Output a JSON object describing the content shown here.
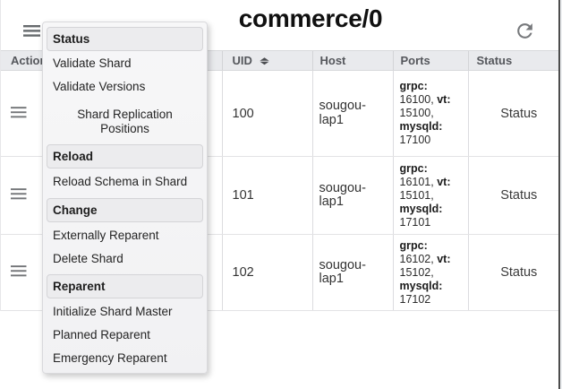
{
  "page": {
    "title": "commerce/0"
  },
  "toolbar": {
    "menu_button_icon": "hamburger-menu",
    "refresh_button_icon": "refresh"
  },
  "dropdown_menu": {
    "sections": [
      {
        "header": "Status",
        "items": [
          {
            "label": "Validate Shard"
          },
          {
            "label": "Validate Versions"
          },
          {
            "label": "Shard Replication Positions",
            "align": "center"
          }
        ]
      },
      {
        "header": "Reload",
        "items": [
          {
            "label": "Reload Schema in Shard"
          }
        ]
      },
      {
        "header": "Change",
        "items": [
          {
            "label": "Externally Reparent"
          },
          {
            "label": "Delete Shard"
          }
        ]
      },
      {
        "header": "Reparent",
        "items": [
          {
            "label": "Initialize Shard Master"
          },
          {
            "label": "Planned Reparent"
          },
          {
            "label": "Emergency Reparent"
          }
        ]
      }
    ]
  },
  "table": {
    "columns": {
      "actions": "Actions",
      "uid": "UID",
      "host": "Host",
      "ports": "Ports",
      "status": "Status"
    },
    "sort_column": "UID",
    "rows": [
      {
        "uid": "100",
        "host": "sougou-lap1",
        "ports": [
          {
            "label": "grpc:",
            "value": "16100,"
          },
          {
            "label": "vt:",
            "value": "15100,"
          },
          {
            "label": "mysqld:",
            "value": "17100"
          }
        ],
        "status": "Status"
      },
      {
        "uid": "101",
        "host": "sougou-lap1",
        "ports": [
          {
            "label": "grpc:",
            "value": "16101,"
          },
          {
            "label": "vt:",
            "value": "15101,"
          },
          {
            "label": "mysqld:",
            "value": "17101"
          }
        ],
        "status": "Status"
      },
      {
        "uid": "102",
        "host": "sougou-lap1",
        "ports": [
          {
            "label": "grpc:",
            "value": "16102,"
          },
          {
            "label": "vt:",
            "value": "15102,"
          },
          {
            "label": "mysqld:",
            "value": "17102"
          }
        ],
        "status": "Status"
      }
    ]
  },
  "colors": {
    "header_bg": "#e9eaed",
    "menu_panel_bg": "#f5f5f6",
    "menu_chip_bg": "#ececee",
    "icon_gray": "#757575",
    "right_edge": "#4c4c4c"
  }
}
